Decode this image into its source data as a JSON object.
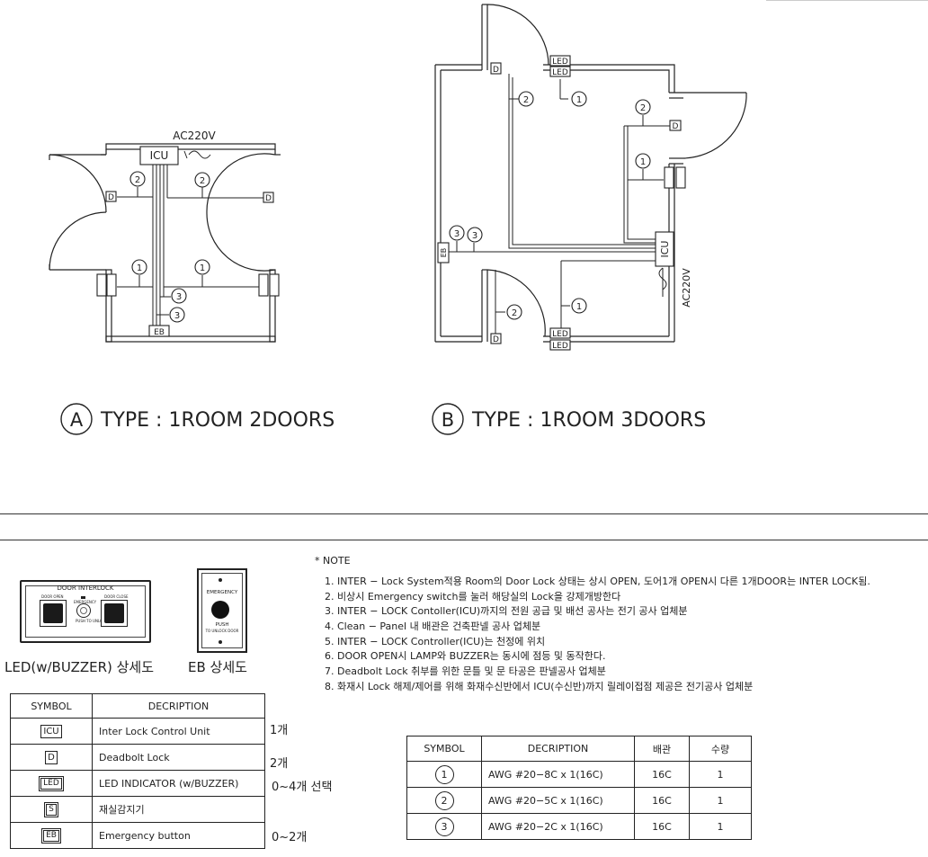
{
  "diagram": {
    "ac_label": "AC220V",
    "icu_label": "ICU",
    "d_label": "D",
    "led_label": "LED",
    "eb_label": "EB",
    "marker_1": "1",
    "marker_2": "2",
    "marker_3": "3",
    "type_a_letter": "A",
    "type_a_title": "TYPE : 1ROOM 2DOORS",
    "type_b_letter": "B",
    "type_b_title": "TYPE : 1ROOM 3DOORS"
  },
  "led_panel": {
    "title": "DOOR INTERLOCK",
    "left_label": "DOOR OPEN",
    "right_label": "DOOR CLOSE",
    "mid_label": "EMERGENCY",
    "mid_sub": "PUSH TO UNLOCK",
    "caption": "LED(w/BUZZER) 상세도"
  },
  "eb_panel": {
    "top_label": "EMERGENCY",
    "push_label": "PUSH",
    "push_sub": "TO UNLOCK DOOR",
    "caption": "EB 상세도"
  },
  "notes": {
    "title": "* NOTE",
    "items": [
      "1. INTER − Lock System적용 Room의  Door Lock 상태는 상시 OPEN, 도어1개 OPEN시 다른 1개DOOR는 INTER LOCK됨.",
      "2. 비상시 Emergency switch를 눌러 해당실의 Lock을 강제개방한다",
      "3. INTER − LOCK  Contoller(ICU)까지의 전원 공급 및 배선 공사는 전기 공사 업체분",
      "4. Clean − Panel 내 배관은 건축판넬 공사 업체분",
      "5. INTER − LOCK Controller(ICU)는 천정에 위치",
      "6. DOOR OPEN시 LAMP와 BUZZER는 동시에 점등 및 동작한다.",
      "7. Deadbolt Lock 취부를 위한 문틀 및 문 타공은 판넬공사 업체분",
      "8. 화재시 Lock 해제/제어를 위해 화재수신반에서 ICU(수신반)까지 릴레이접점 제공은 전기공사 업체분"
    ]
  },
  "symbol_table": {
    "headers": [
      "SYMBOL",
      "DECRIPTION"
    ],
    "rows": [
      {
        "symbol": "ICU",
        "desc": "Inter Lock Control Unit",
        "qty": "1개"
      },
      {
        "symbol": "D",
        "desc": "Deadbolt Lock",
        "qty": "2개"
      },
      {
        "symbol": "LED",
        "desc": "LED INDICATOR (w/BUZZER)",
        "qty": "0~4개 선택"
      },
      {
        "symbol": "S",
        "desc": "재실감지기",
        "qty": ""
      },
      {
        "symbol": "EB",
        "desc": "Emergency button",
        "qty": "0~2개"
      }
    ]
  },
  "cable_table": {
    "headers": [
      "SYMBOL",
      "DECRIPTION",
      "배관",
      "수량"
    ],
    "rows": [
      {
        "symbol": "1",
        "desc": "AWG #20−8C x 1(16C)",
        "pipe": "16C",
        "qty": "1"
      },
      {
        "symbol": "2",
        "desc": "AWG #20−5C x 1(16C)",
        "pipe": "16C",
        "qty": "1"
      },
      {
        "symbol": "3",
        "desc": "AWG #20−2C x 1(16C)",
        "pipe": "16C",
        "qty": "1"
      }
    ]
  }
}
